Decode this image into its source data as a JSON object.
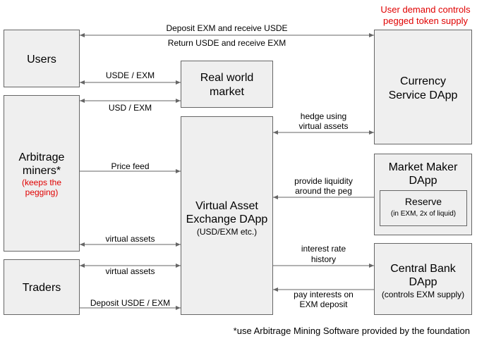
{
  "note": {
    "demand_line1": "User demand controls",
    "demand_line2": "pegged token supply",
    "footnote": "*use Arbitrage Mining Software provided by the foundation"
  },
  "boxes": {
    "users": "Users",
    "real_world_l1": "Real world",
    "real_world_l2": "market",
    "currency_l1": "Currency",
    "currency_l2": "Service DApp",
    "arbitrage_l1": "Arbitrage",
    "arbitrage_l2": "miners*",
    "arbitrage_r1": "(keeps the",
    "arbitrage_r2": "pegging)",
    "vae_l1": "Virtual Asset",
    "vae_l2": "Exchange DApp",
    "vae_l3": "(USD/EXM etc.)",
    "mm_l1": "Market Maker",
    "mm_l2": "DApp",
    "reserve_l1": "Reserve",
    "reserve_l2": "(in EXM, 2x of liquid)",
    "traders": "Traders",
    "cb_l1": "Central Bank",
    "cb_l2": "DApp",
    "cb_l3": "(controls EXM supply)"
  },
  "arrows": {
    "deposit_exm": "Deposit EXM and receive USDE",
    "return_usde": "Return USDE and receive EXM",
    "usde_exm": "USDE / EXM",
    "usd_exm": "USD / EXM",
    "hedge_l1": "hedge using",
    "hedge_l2": "virtual assets",
    "price_feed": "Price feed",
    "liq_l1": "provide liquidity",
    "liq_l2": "around the peg",
    "va1": "virtual assets",
    "va2": "virtual assets",
    "interest_l1": "interest rate",
    "interest_l2": "history",
    "deposit_usde": "Deposit USDE / EXM",
    "pay_l1": "pay interests on",
    "pay_l2": "EXM deposit"
  }
}
